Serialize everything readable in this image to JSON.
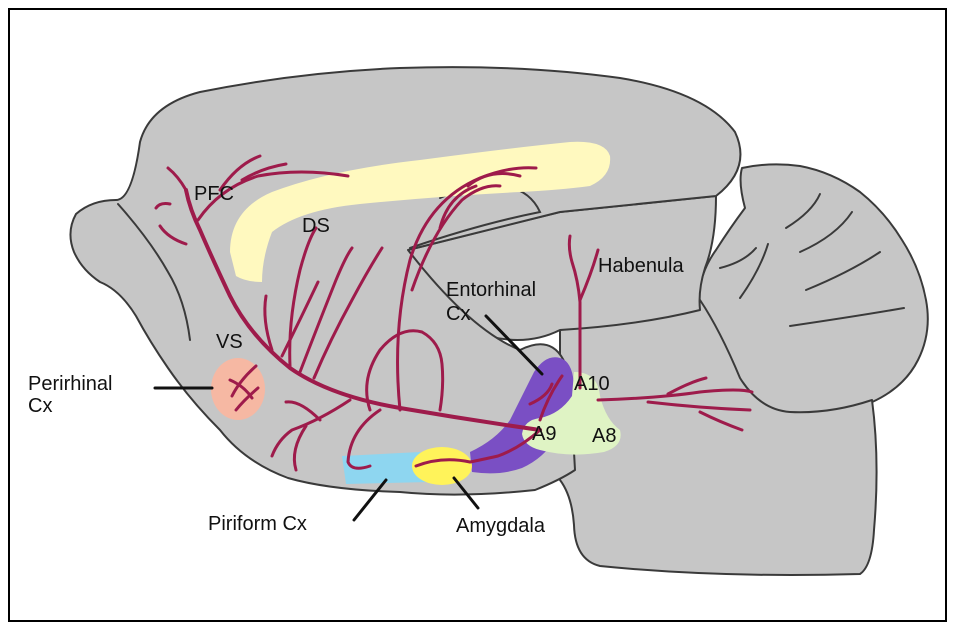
{
  "labels": {
    "pfc": "PFC",
    "ds": "DS",
    "vs": "VS",
    "habenula": "Habenula",
    "entorhinal_1": "Entorhinal",
    "entorhinal_2": "Cx",
    "perirhinal_1": "Perirhinal",
    "perirhinal_2": "Cx",
    "a10": "A10",
    "a9": "A9",
    "a8": "A8",
    "piriform": "Piriform Cx",
    "amygdala": "Amygdala"
  },
  "colors": {
    "brain": "#c6c6c6",
    "outline": "#3a3a3a",
    "dopamine_pathway": "#9e1b4b",
    "corpus_callosum": "#fff9bf",
    "perirhinal": "#f6b8a3",
    "piriform": "#8ed6f0",
    "amygdala": "#fff35a",
    "entorhinal": "#7a4fc4",
    "midbrain_nuclei": "#dff3c4"
  }
}
